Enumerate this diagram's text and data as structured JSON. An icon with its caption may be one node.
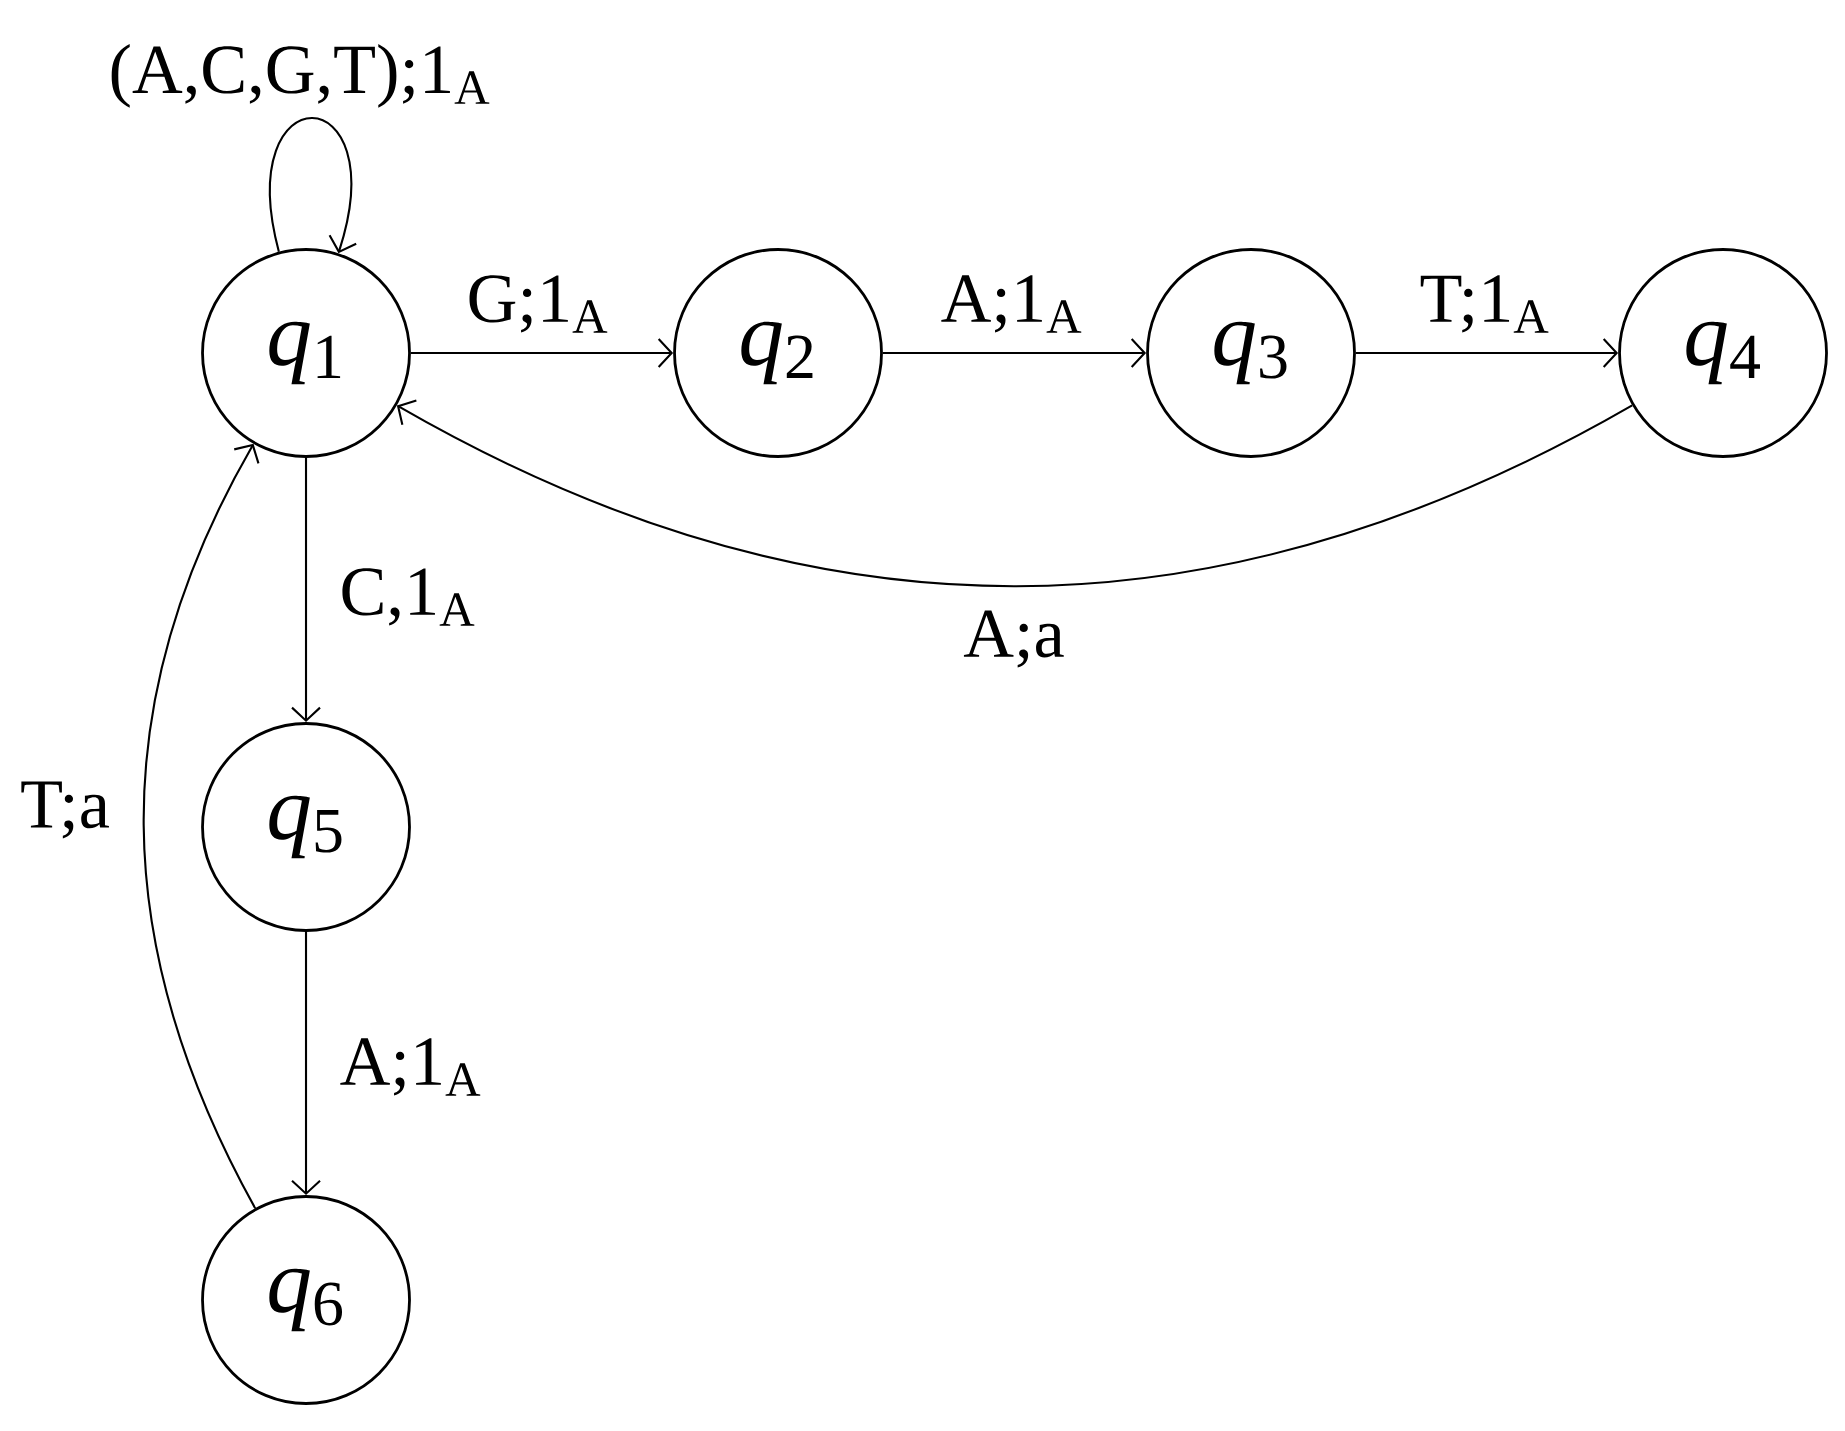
{
  "diagram": {
    "nodes": [
      {
        "text": [
          "*q*$_{1}$"
        ]
      },
      {
        "text": [
          "*q*$_{2}$"
        ]
      },
      {
        "text": [
          "*q*$_{3}$"
        ]
      },
      {
        "text": [
          "*q*$_{4}$"
        ]
      },
      {
        "text": [
          "*q*$_{5}$"
        ]
      },
      {
        "text": [
          "*q*$_{6}$"
        ]
      }
    ],
    "edges": [
      {
        "from": 0,
        "to": 0,
        "arrow": "to",
        "label": "(A,C,G,T);1$_{A}$"
      },
      {
        "from": 0,
        "to": 1,
        "arrow": "to",
        "label": "G;1$_{A}$"
      },
      {
        "from": 1,
        "to": 2,
        "arrow": "to",
        "label": "A;1$_{A}$"
      },
      {
        "from": 2,
        "to": 3,
        "arrow": "to",
        "label": "T;1$_{A}$"
      },
      {
        "from": 3,
        "to": 0,
        "arrow": "to",
        "label": "A;a"
      },
      {
        "from": 0,
        "to": 4,
        "arrow": "to",
        "label": "C,1$_{A}$"
      },
      {
        "from": 4,
        "to": 5,
        "arrow": "to",
        "label": "A;1$_{A}$"
      },
      {
        "from": 5,
        "to": 0,
        "arrow": "to",
        "label": "T;a"
      }
    ]
  }
}
